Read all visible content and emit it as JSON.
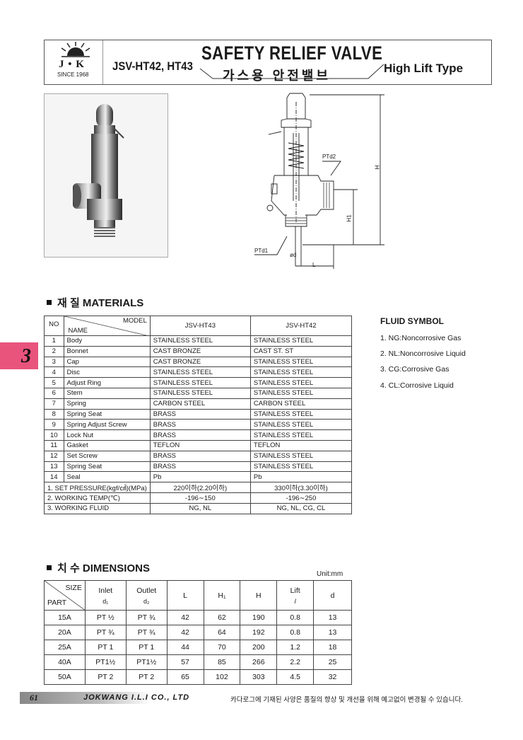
{
  "header": {
    "logo_text": "J • K",
    "logo_since": "SINCE 1968",
    "model": "JSV-HT42, HT43",
    "title": "SAFETY RELIEF VALVE",
    "korean_title": "가스용 안전밸브",
    "lift_type": "High Lift Type"
  },
  "drawing_labels": {
    "ptd2": "PTd2",
    "ptd1": "PTd1",
    "phi_d": "ød",
    "h": "H",
    "h1": "H1",
    "l": "L"
  },
  "side_tab": "3",
  "materials": {
    "heading": "재 질 MATERIALS",
    "col_no": "NO",
    "col_model": "MODEL",
    "col_name": "NAME",
    "col_ht43": "JSV-HT43",
    "col_ht42": "JSV-HT42",
    "rows": [
      {
        "no": "1",
        "name": "Body",
        "ht43": "STAINLESS STEEL",
        "ht42": "STAINLESS STEEL"
      },
      {
        "no": "2",
        "name": "Bonnet",
        "ht43": "CAST BRONZE",
        "ht42": "CAST ST. ST"
      },
      {
        "no": "3",
        "name": "Cap",
        "ht43": "CAST BRONZE",
        "ht42": "STAINLESS STEEL"
      },
      {
        "no": "4",
        "name": "Disc",
        "ht43": "STAINLESS STEEL",
        "ht42": "STAINLESS STEEL"
      },
      {
        "no": "5",
        "name": "Adjust Ring",
        "ht43": "STAINLESS STEEL",
        "ht42": "STAINLESS STEEL"
      },
      {
        "no": "6",
        "name": "Stem",
        "ht43": "STAINLESS STEEL",
        "ht42": "STAINLESS STEEL"
      },
      {
        "no": "7",
        "name": "Spring",
        "ht43": "CARBON STEEL",
        "ht42": "CARBON STEEL"
      },
      {
        "no": "8",
        "name": "Spring Seat",
        "ht43": "BRASS",
        "ht42": "STAINLESS STEEL"
      },
      {
        "no": "9",
        "name": "Spring Adjust Screw",
        "ht43": "BRASS",
        "ht42": "STAINLESS STEEL"
      },
      {
        "no": "10",
        "name": "Lock Nut",
        "ht43": "BRASS",
        "ht42": "STAINLESS STEEL"
      },
      {
        "no": "11",
        "name": "Gasket",
        "ht43": "TEFLON",
        "ht42": "TEFLON"
      },
      {
        "no": "12",
        "name": "Set Screw",
        "ht43": "BRASS",
        "ht42": "STAINLESS STEEL"
      },
      {
        "no": "13",
        "name": "Spring Seat",
        "ht43": "BRASS",
        "ht42": "STAINLESS STEEL"
      },
      {
        "no": "14",
        "name": "Seal",
        "ht43": "Pb",
        "ht42": "Pb"
      }
    ],
    "extra": [
      {
        "label": "1. SET PRESSURE(kgf/㎠)(MPa)",
        "ht43": "220이하(2.20이하)",
        "ht42": "330이하(3.30이하)"
      },
      {
        "label": "2. WORKING TEMP(℃)",
        "ht43": "-196∼150",
        "ht42": "-196∼250"
      },
      {
        "label": "3. WORKING FLUID",
        "ht43": "NG, NL",
        "ht42": "NG, NL, CG, CL"
      }
    ]
  },
  "fluid_symbol": {
    "title": "FLUID SYMBOL",
    "items": [
      "1. NG:Noncorrosive Gas",
      "2. NL:Noncorrosive Liquid",
      "3. CG:Corrosive Gas",
      "4. CL:Corrosive Liquid"
    ]
  },
  "dimensions": {
    "heading": "치 수 DIMENSIONS",
    "unit": "Unit:mm",
    "col_size": "SIZE",
    "col_part": "PART",
    "headers": {
      "inlet": "Inlet",
      "inlet_sub": "d₁",
      "outlet": "Outlet",
      "outlet_sub": "d₂",
      "l": "L",
      "h1": "H₁",
      "h": "H",
      "lift": "Lift",
      "lift_sub": "l",
      "d": "d"
    },
    "rows": [
      {
        "size": "15A",
        "inlet": "PT ½",
        "outlet": "PT ¾",
        "l": "42",
        "h1": "62",
        "h": "190",
        "lift": "0.8",
        "d": "13"
      },
      {
        "size": "20A",
        "inlet": "PT ¾",
        "outlet": "PT ¾",
        "l": "42",
        "h1": "64",
        "h": "192",
        "lift": "0.8",
        "d": "13"
      },
      {
        "size": "25A",
        "inlet": "PT 1",
        "outlet": "PT 1",
        "l": "44",
        "h1": "70",
        "h": "200",
        "lift": "1.2",
        "d": "18"
      },
      {
        "size": "40A",
        "inlet": "PT1½",
        "outlet": "PT1½",
        "l": "57",
        "h1": "85",
        "h": "266",
        "lift": "2.2",
        "d": "25"
      },
      {
        "size": "50A",
        "inlet": "PT 2",
        "outlet": "PT 2",
        "l": "65",
        "h1": "102",
        "h": "303",
        "lift": "4.5",
        "d": "32"
      }
    ]
  },
  "footer": {
    "page": "61",
    "company": "JOKWANG I.L.I CO., LTD",
    "notice": "카다로그에 기재된 사양은 품질의 향상 및 개선을 위해 예고없이 변경될 수 있습니다."
  }
}
